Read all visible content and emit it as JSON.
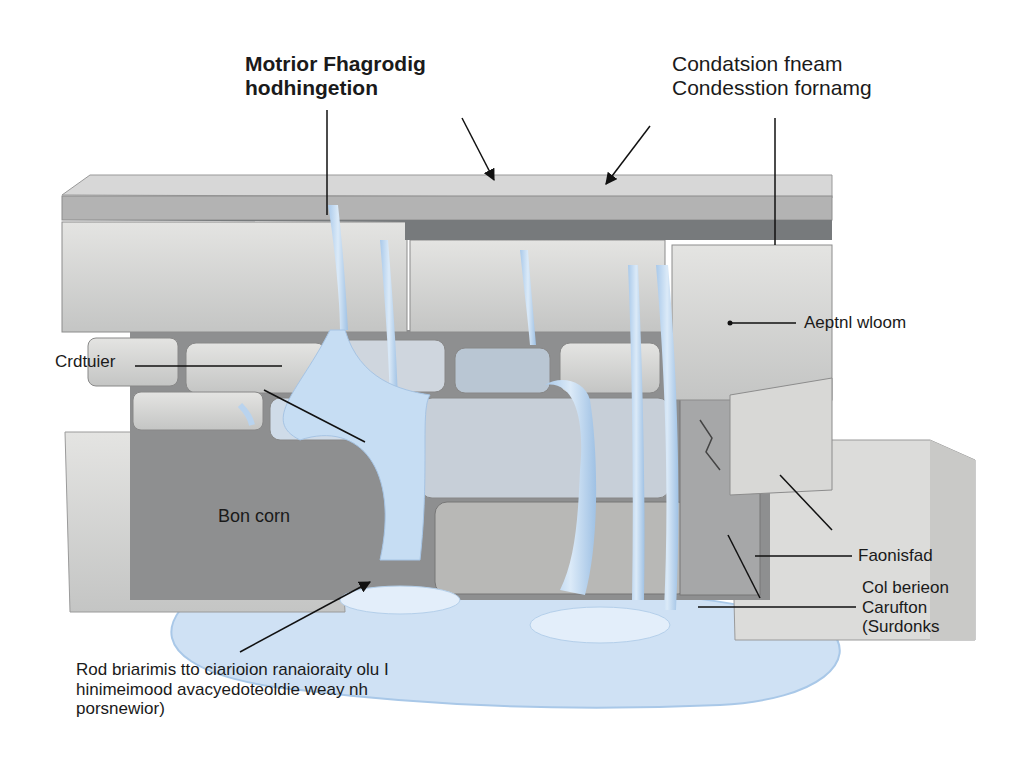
{
  "diagram": {
    "labels": [
      "Motrior Fhagrodig hodhingetion",
      "Condatsion fneam Condesstion fornamg",
      "Aeptnl wloom",
      "Crdtuier",
      "Bon corn",
      "Faonisfad",
      "Col berieon Carufton (Surdonks",
      "Rod briarimis tto ciarioion ranaioraity olu I hinimeimood avacyedoteoldie weay nh porsnewior)"
    ]
  }
}
